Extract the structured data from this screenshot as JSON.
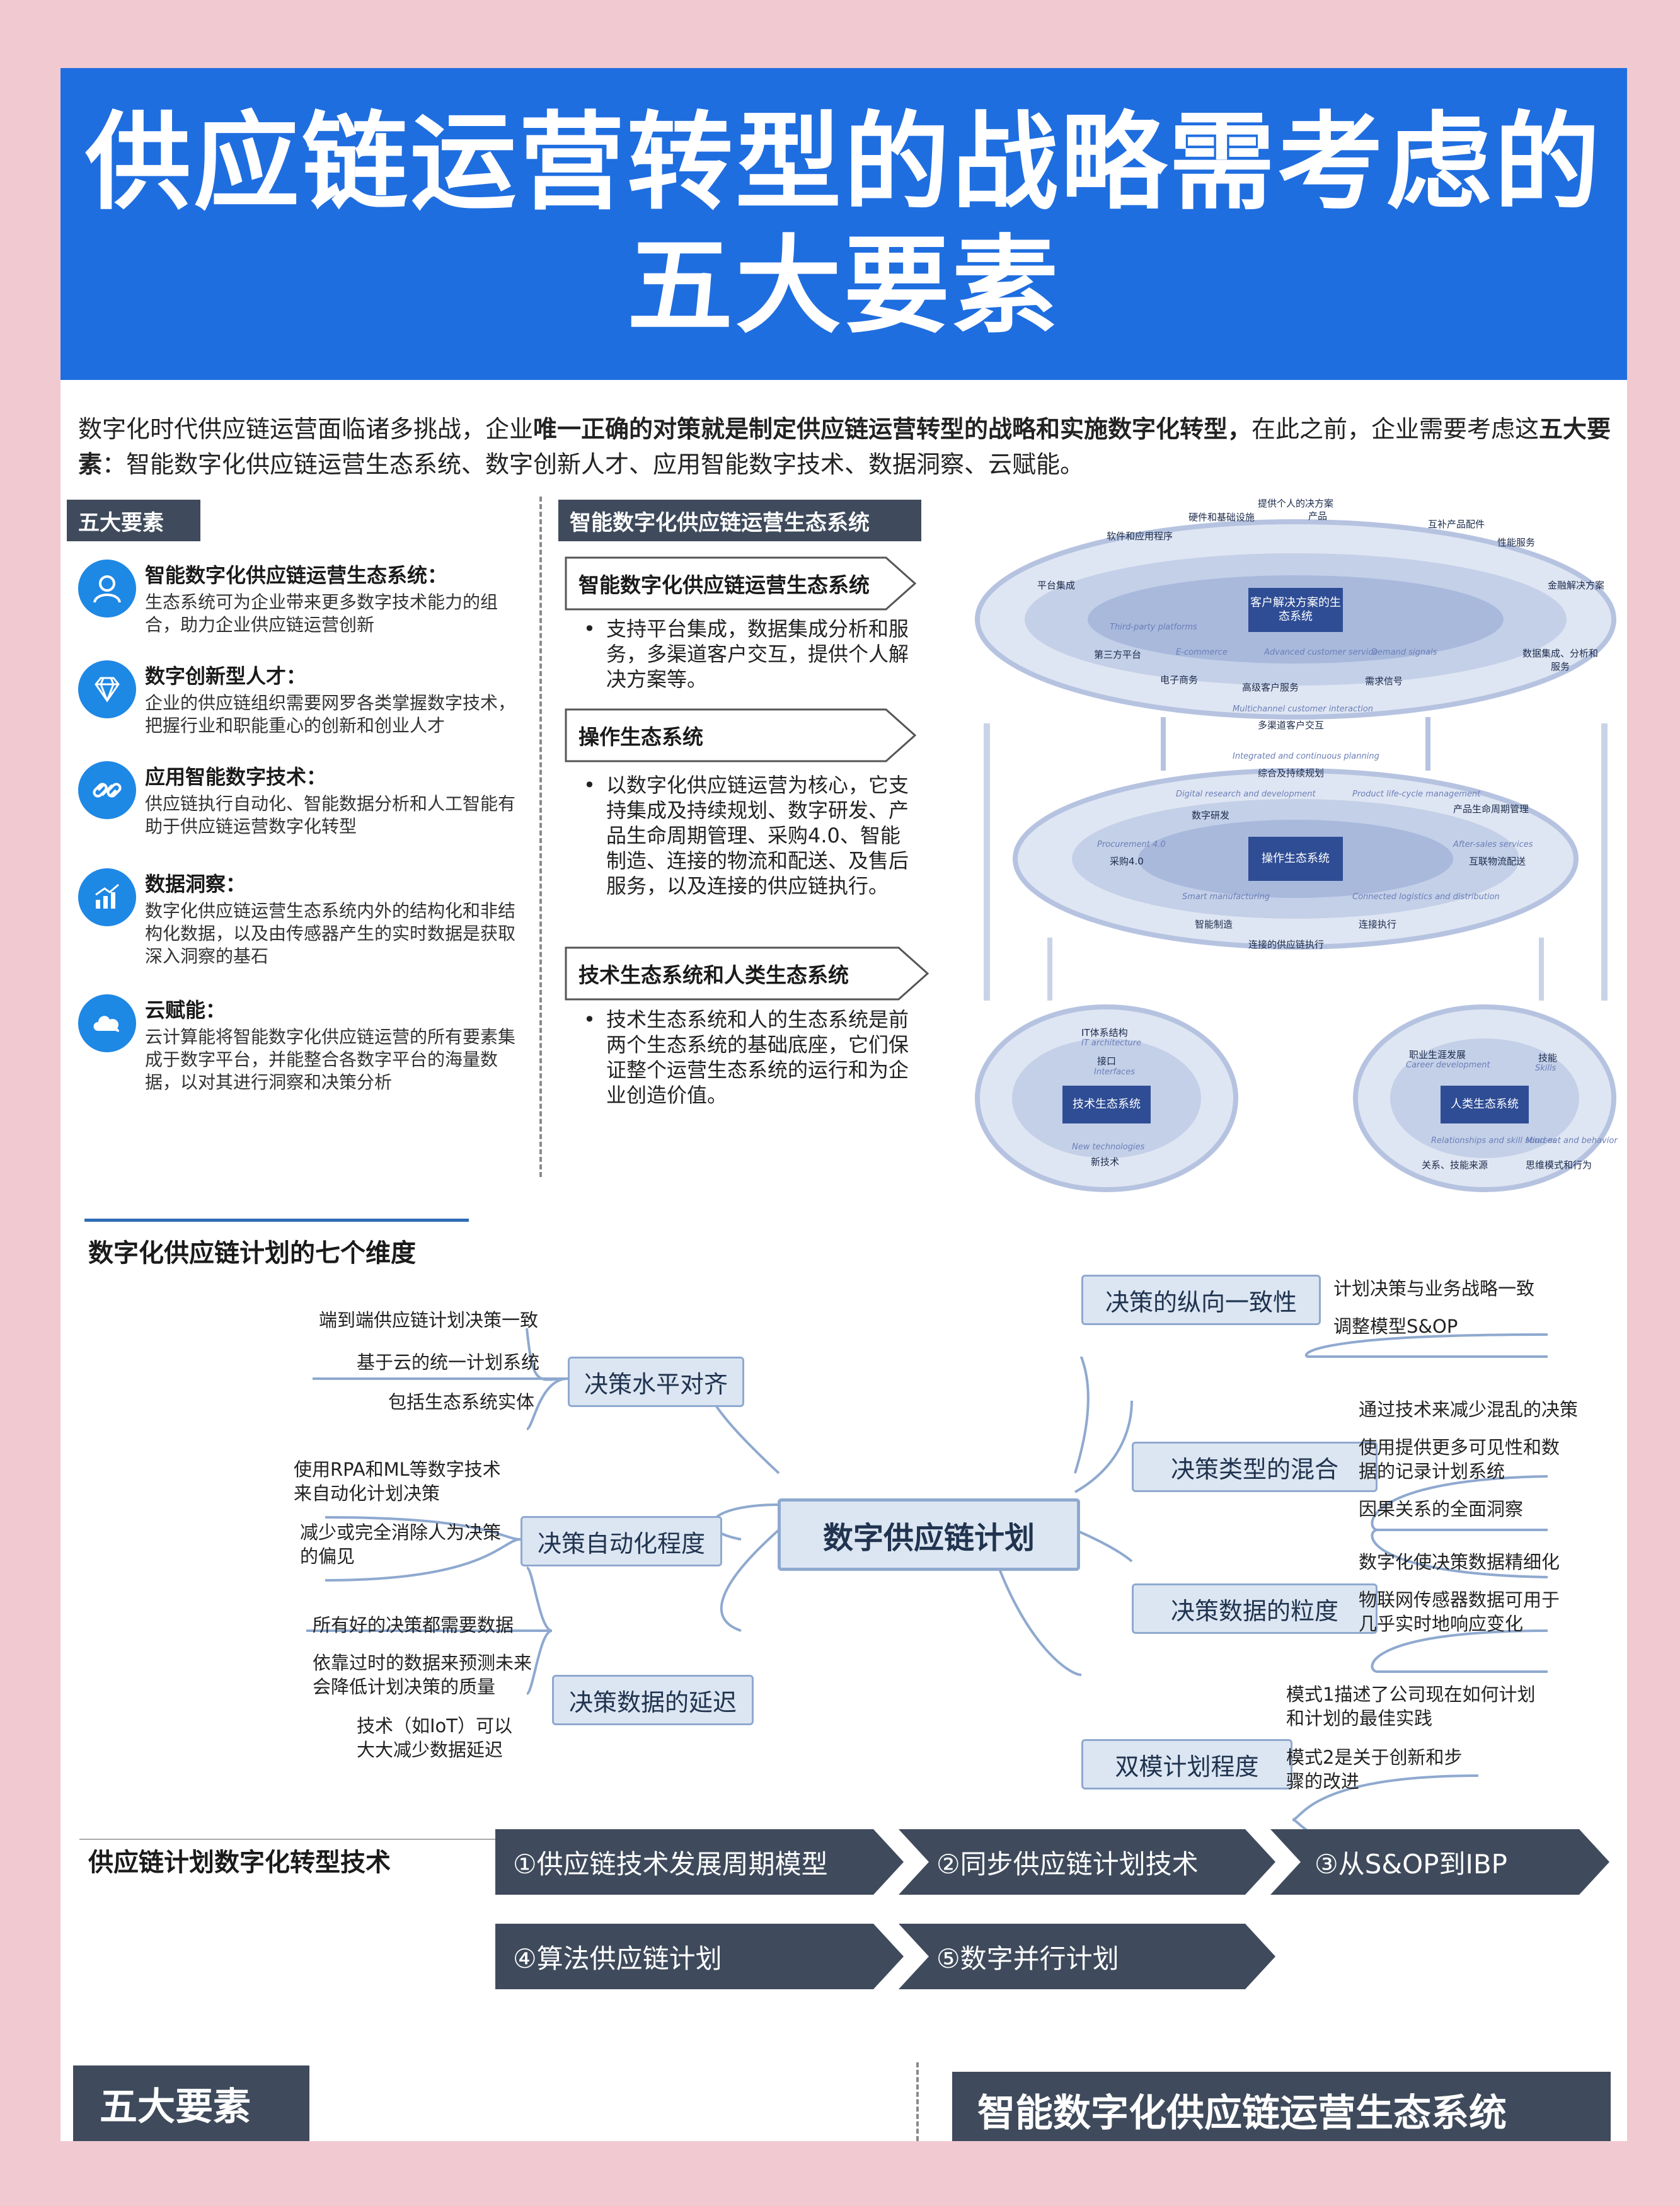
{
  "header": {
    "title_line1": "供应链运营转型的战略需考虑的",
    "title_line2": "五大要素"
  },
  "intro": {
    "part1": "数字化时代供应链运营面临诸多挑战，企业",
    "bold1": "唯一正确的对策就是制定供应链运营转型的战略和实施数字化转型，",
    "part2": "在此之前，企业需要考虑这",
    "bold2": "五大要素",
    "part3": "：智能数字化供应链运营生态系统、数字创新人才、应用智能数字技术、数据洞察、云赋能。"
  },
  "five_elements": {
    "tag": "五大要素",
    "items": [
      {
        "icon": "user-icon",
        "title": "智能数字化供应链运营生态系统：",
        "desc": "生态系统可为企业带来更多数字技术能力的组合，助力企业供应链运营创新"
      },
      {
        "icon": "diamond-icon",
        "title": "数字创新型人才：",
        "desc": "企业的供应链组织需要网罗各类掌握数字技术，把握行业和职能重心的创新和创业人才"
      },
      {
        "icon": "link-icon",
        "title": "应用智能数字技术：",
        "desc": "供应链执行自动化、智能数据分析和人工智能有助于供应链运营数字化转型"
      },
      {
        "icon": "chart-icon",
        "title": "数据洞察：",
        "desc": "数字化供应链运营生态系统内外的结构化和非结构化数据，以及由传感器产生的实时数据是获取深入洞察的基石"
      },
      {
        "icon": "cloud-icon",
        "title": "云赋能：",
        "desc": "云计算能将智能数字化供应链运营的所有要素集成于数字平台，并能整合各数字平台的海量数据，以对其进行洞察和决策分析"
      }
    ]
  },
  "ecosystem": {
    "tag": "智能数字化供应链运营生态系统",
    "boxes": [
      {
        "title": "智能数字化供应链运营生态系统",
        "text": "支持平台集成，数据集成分析和服务，多渠道客户交互，提供个人解决方案等。"
      },
      {
        "title": "操作生态系统",
        "text": "以数字化供应链运营为核心，它支持集成及持续规划、数字研发、产品生命周期管理、采购4.0、智能制造、连接的物流和配送、及售后服务，以及连接的供应链执行。"
      },
      {
        "title": "技术生态系统和人类生态系统",
        "text": "技术生态系统和人的生态系统是前两个生态系统的基础底座，它们保证整个运营生态系统的运行和为企业创造价值。"
      }
    ]
  },
  "diagram": {
    "top_center": "客户解决方案的生态系统",
    "top_labels": [
      "提供个人的决方案",
      "硬件和基础设施",
      "产品",
      "互补产品配件",
      "软件和应用程序",
      "性能服务",
      "平台集成",
      "金融解决方案",
      "第三方平台",
      "数据集成、分析和服务",
      "电子商务",
      "高级客户服务",
      "需求信号"
    ],
    "top_en": [
      "Third-party platforms",
      "E-commerce",
      "Advanced customer service",
      "Demand signals"
    ],
    "top_bottom_en": "Multichannel customer interaction",
    "top_bottom_cn": "多渠道客户交互",
    "mid_top_en": "Integrated and continuous planning",
    "mid_top_cn": "综合及持续规划",
    "mid_center": "操作生态系统",
    "mid_en": [
      "Digital research and development",
      "Product life-cycle management",
      "Procurement 4.0",
      "After-sales services",
      "Smart manufacturing",
      "Connected logistics and distribution"
    ],
    "mid_cn": [
      "数字研发",
      "产品生命周期管理",
      "采购4.0",
      "互联物流配送",
      "智能制造",
      "连接执行"
    ],
    "mid_bottom": "连接的供应链执行",
    "tech_center": "技术生态系统",
    "tech_labels": [
      "IT体系结构",
      "IT architecture",
      "接口",
      "Interfaces",
      "New technologies",
      "新技术"
    ],
    "human_center": "人类生态系统",
    "human_labels": [
      "职业生涯发展",
      "Career development",
      "技能",
      "Skills",
      "Relationships and skill sources",
      "Mind-set and behavior",
      "关系、技能来源",
      "思维模式和行为"
    ]
  },
  "seven_dims": {
    "title": "数字化供应链计划的七个维度",
    "center": "数字供应链计划",
    "left": [
      {
        "label": "决策水平对齐",
        "leaves": [
          "端到端供应链计划决策一致",
          "基于云的统一计划系统",
          "包括生态系统实体"
        ]
      },
      {
        "label": "决策自动化程度",
        "leaves": [
          "使用RPA和ML等数字技术来自动化计划决策",
          "减少或完全消除人为决策的偏见"
        ]
      },
      {
        "label": "决策数据的延迟",
        "leaves": [
          "所有好的决策都需要数据",
          "依靠过时的数据来预测未来会降低计划决策的质量",
          "技术（如IoT）可以大大减少数据延迟"
        ]
      }
    ],
    "right": [
      {
        "label": "决策的纵向一致性",
        "leaves": [
          "计划决策与业务战略一致",
          "调整模型S&OP"
        ]
      },
      {
        "label": "决策类型的混合",
        "leaves": [
          "通过技术来减少混乱的决策",
          "使用提供更多可见性和数据的记录计划系统",
          "因果关系的全面洞察"
        ]
      },
      {
        "label": "决策数据的粒度",
        "leaves": [
          "数字化使决策数据精细化",
          "物联网传感器数据可用于几乎实时地响应变化"
        ]
      },
      {
        "label": "双模计划程度",
        "leaves": [
          "模式1描述了公司现在如何计划和计划的最佳实践",
          "模式2是关于创新和步骤的改进"
        ]
      }
    ]
  },
  "tech": {
    "title": "供应链计划数字化转型技术",
    "items": [
      "①供应链技术发展周期模型",
      "②同步供应链计划技术",
      "③从S&OP到IBP",
      "④算法供应链计划",
      "⑤数字并行计划"
    ]
  },
  "bottom": {
    "left": "五大要素",
    "right": "智能数字化供应链运营生态系统"
  },
  "colors": {
    "header": "#1f6ee0",
    "tag": "#3f4b5c",
    "node_fill": "#dce6f2",
    "chevron": "#3f4b5c",
    "diagram": "#2f4d95"
  }
}
